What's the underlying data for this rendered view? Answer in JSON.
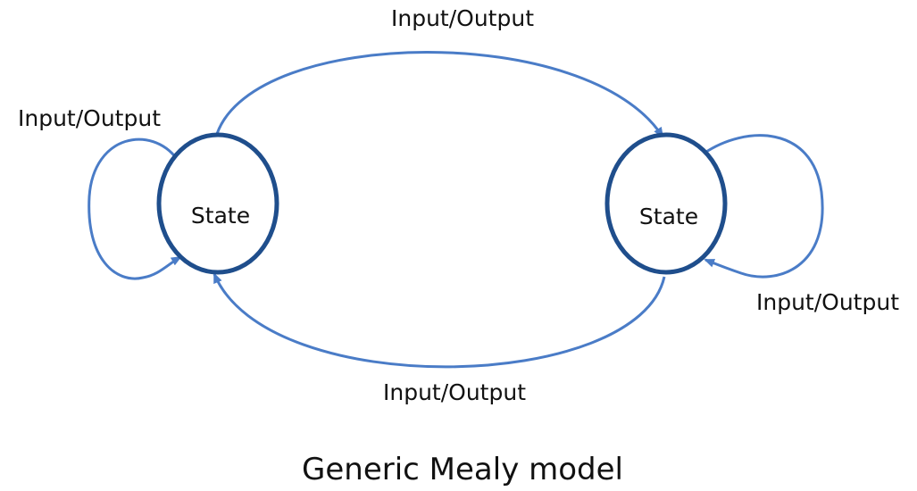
{
  "diagram": {
    "caption": "Generic Mealy model",
    "states": [
      {
        "label": "State"
      },
      {
        "label": "State"
      }
    ],
    "transitions": [
      {
        "label": "Input/Output"
      },
      {
        "label": "Input/Output"
      },
      {
        "label": "Input/Output"
      },
      {
        "label": "Input/Output"
      }
    ],
    "colors": {
      "state_outline": "#1f4e8c",
      "edge": "#4a7cc7",
      "text": "#111111"
    }
  }
}
